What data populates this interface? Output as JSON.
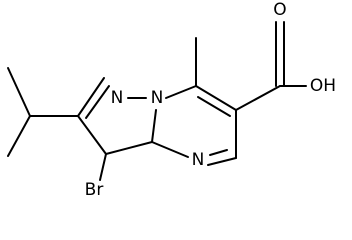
{
  "atoms": {
    "n1": "N",
    "n2": "N",
    "n3": "N",
    "br": "Br",
    "oh": "OH",
    "o": "O"
  }
}
